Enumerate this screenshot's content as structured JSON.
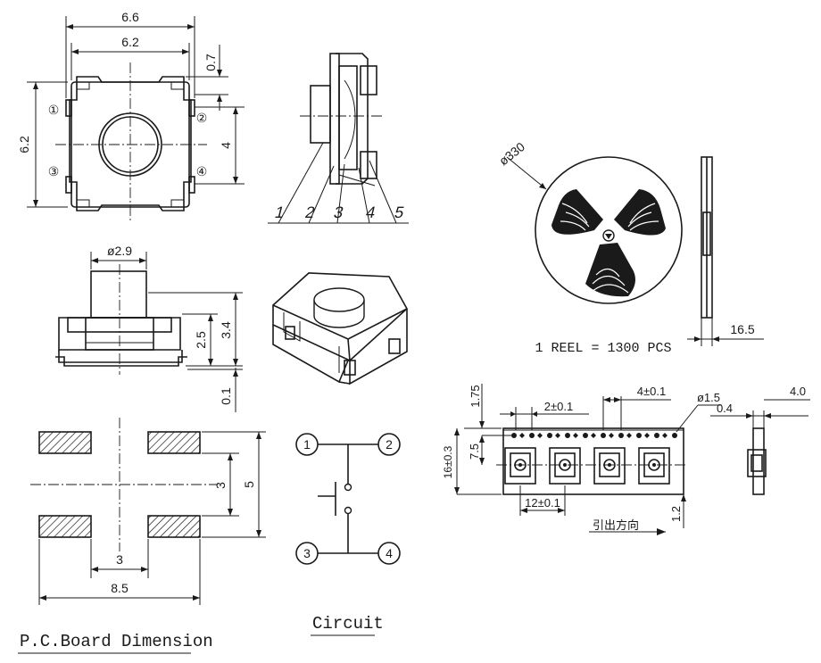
{
  "top_view": {
    "w_outer": "6.6",
    "w_inner": "6.2",
    "h_side": "6.2",
    "offset": "0.7",
    "pitch": "4",
    "pins": [
      "①",
      "②",
      "③",
      "④"
    ]
  },
  "side_view": {
    "parts": [
      "1",
      "2",
      "3",
      "4",
      "5"
    ]
  },
  "front_view": {
    "diameter": "ø2.9",
    "h_total": "3.4",
    "h_body": "2.5",
    "standoff": "0.1"
  },
  "reel": {
    "diameter": "ø330",
    "width": "16.5",
    "caption": "1 REEL = 1300 PCS"
  },
  "pcb": {
    "gap_v": "3",
    "span_v": "5",
    "gap_h": "3",
    "span_h": "8.5",
    "title": "P.C.Board Dimension"
  },
  "circuit": {
    "nodes": [
      "1",
      "2",
      "3",
      "4"
    ],
    "title": "Circuit"
  },
  "tape": {
    "edge_to_hole": "1.75",
    "hole_pitch": "2±0.1",
    "sprocket_pitch": "4±0.1",
    "hole_dia": "ø1.5",
    "center_line": "7.5",
    "width": "16±0.3",
    "pocket_pitch": "12±0.1",
    "feed_direction": "引出方向",
    "bottom": "1.2",
    "thickness": "0.4",
    "depth": "4.0"
  }
}
